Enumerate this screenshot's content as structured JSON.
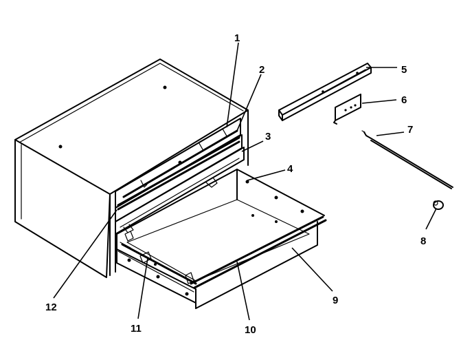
{
  "callouts": [
    {
      "id": "c1",
      "label": "1"
    },
    {
      "id": "c2",
      "label": "2"
    },
    {
      "id": "c3",
      "label": "3"
    },
    {
      "id": "c4",
      "label": "4"
    },
    {
      "id": "c5",
      "label": "5"
    },
    {
      "id": "c6",
      "label": "6"
    },
    {
      "id": "c7",
      "label": "7"
    },
    {
      "id": "c8",
      "label": "8"
    },
    {
      "id": "c9",
      "label": "9"
    },
    {
      "id": "c10",
      "label": "10"
    },
    {
      "id": "c11",
      "label": "11"
    },
    {
      "id": "c12",
      "label": "12"
    }
  ]
}
